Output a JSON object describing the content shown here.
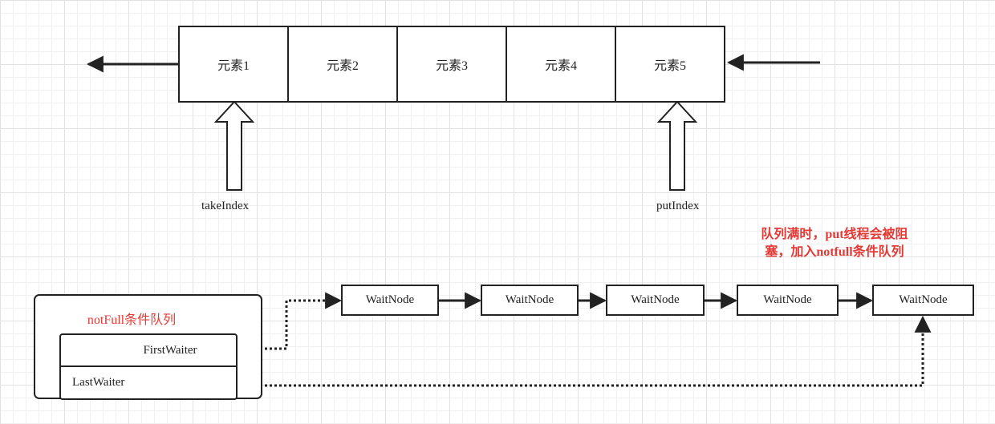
{
  "queue": {
    "cells": [
      "元素1",
      "元素2",
      "元素3",
      "元素4",
      "元素5"
    ]
  },
  "pointers": {
    "take": "takeIndex",
    "put": "putIndex"
  },
  "note": {
    "line1": "队列满时，put线程会被阻",
    "line2": "塞，加入notfull条件队列"
  },
  "condition_queue": {
    "title": "notFull条件队列",
    "first": "FirstWaiter",
    "last": "LastWaiter"
  },
  "wait_nodes": [
    "WaitNode",
    "WaitNode",
    "WaitNode",
    "WaitNode",
    "WaitNode"
  ],
  "colors": {
    "annotation": "#e53935",
    "stroke": "#222222"
  }
}
